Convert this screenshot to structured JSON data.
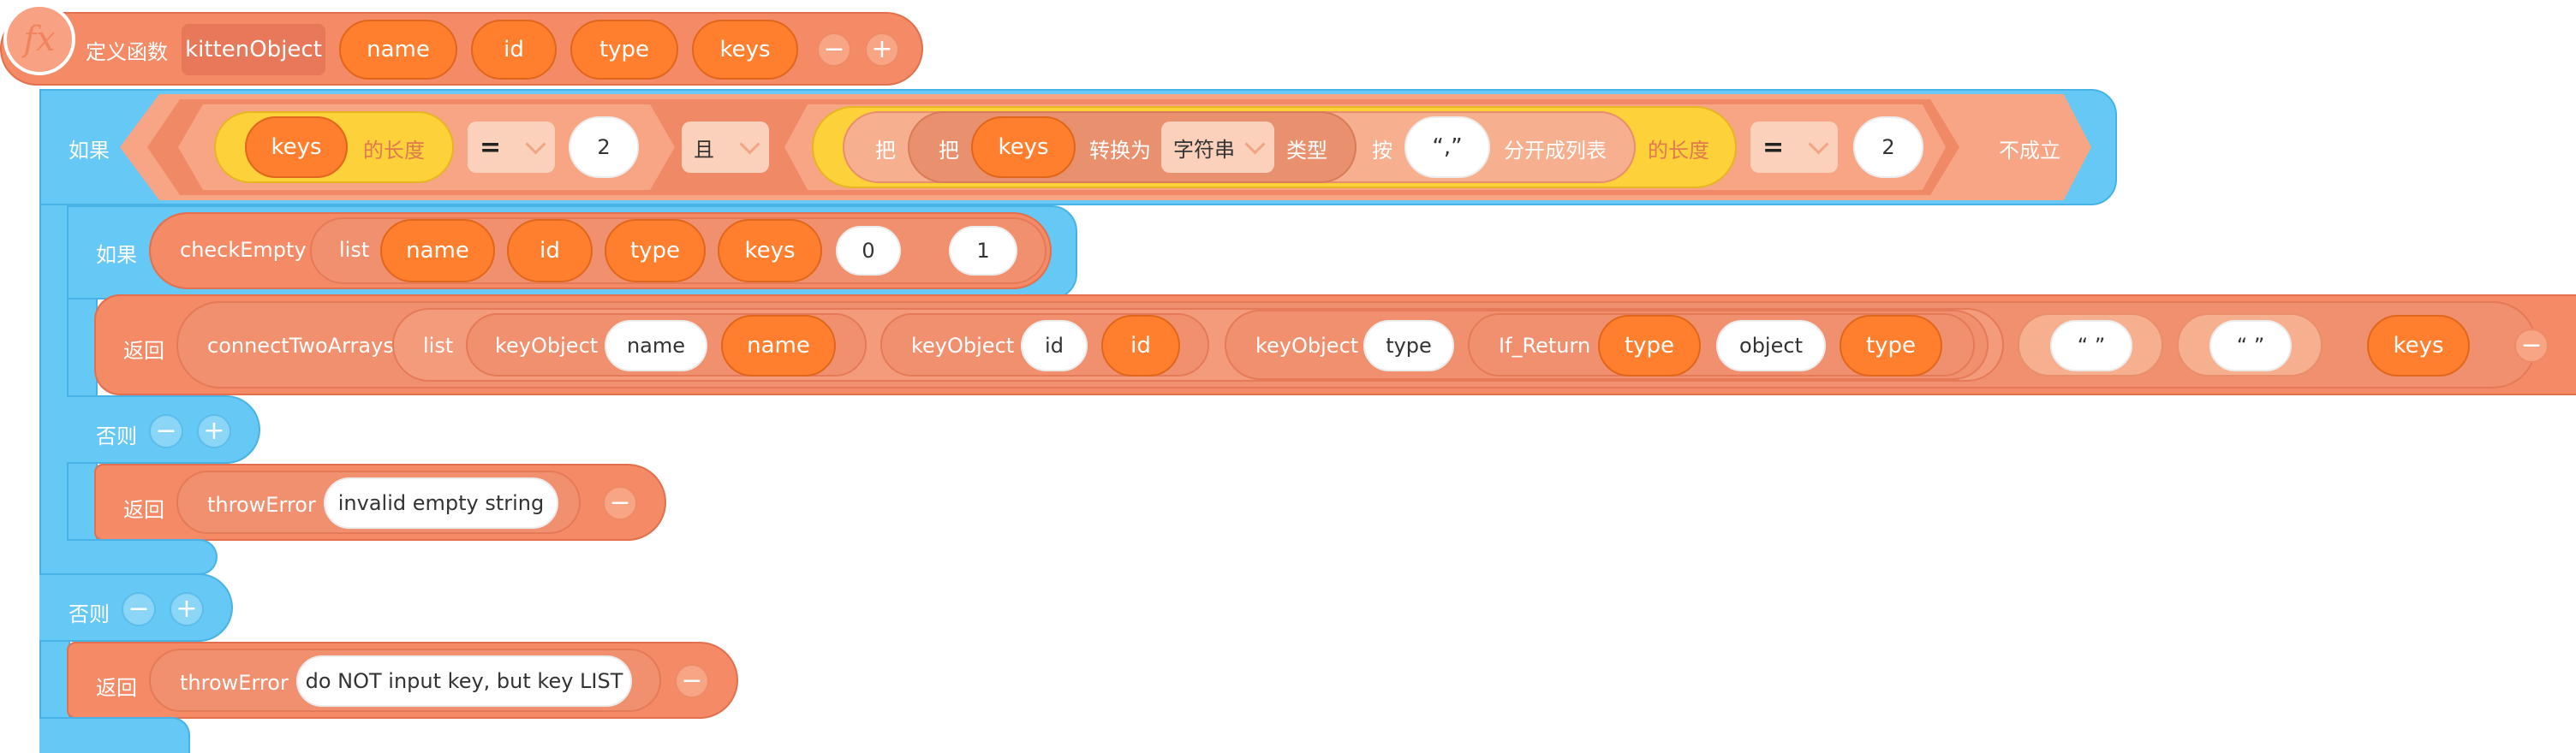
{
  "func": {
    "icon": "fx",
    "define_label": "定义函数",
    "name": "kittenObject",
    "params": [
      "name",
      "id",
      "type",
      "keys"
    ],
    "minus": "−",
    "plus": "+"
  },
  "outer_if": {
    "label": "如果",
    "keys": "keys",
    "length_of": "的长度",
    "eq": "=",
    "two": "2",
    "and": "且",
    "ba1": "把",
    "ba2": "把",
    "keys2": "keys",
    "convert_to": "转换为",
    "type_select": "字符串",
    "type_word": "类型",
    "by": "按",
    "sep": "“,”",
    "split": "分开成列表",
    "length_of2": "的长度",
    "eq2": "=",
    "two2": "2",
    "not_true": "不成立"
  },
  "inner_if": {
    "label": "如果",
    "fn": "checkEmpty",
    "list": "list",
    "args": [
      "name",
      "id",
      "type",
      "keys"
    ],
    "n0": "0",
    "n1": "1"
  },
  "return1": {
    "label": "返回",
    "fn": "connectTwoArrays",
    "list": "list",
    "ko1": "keyObject",
    "ko1_key": "name",
    "ko1_val": "name",
    "ko2": "keyObject",
    "ko2_key": "id",
    "ko2_val": "id",
    "ko3": "keyObject",
    "ko3_key": "type",
    "if_return": "If_Return",
    "ifr_a": "type",
    "ifr_b": "object",
    "ifr_c": "type",
    "q1": "“ ”",
    "q2": "“ ”",
    "keys": "keys",
    "minus": "−"
  },
  "else_inner": {
    "label": "否则",
    "minus": "−",
    "plus": "+"
  },
  "return2": {
    "label": "返回",
    "fn": "throwError",
    "msg": "invalid empty string",
    "minus": "−"
  },
  "else_outer": {
    "label": "否则",
    "minus": "−",
    "plus": "+"
  },
  "return3": {
    "label": "返回",
    "fn": "throwError",
    "msg": "do NOT input key, but key LIST",
    "minus": "−"
  }
}
